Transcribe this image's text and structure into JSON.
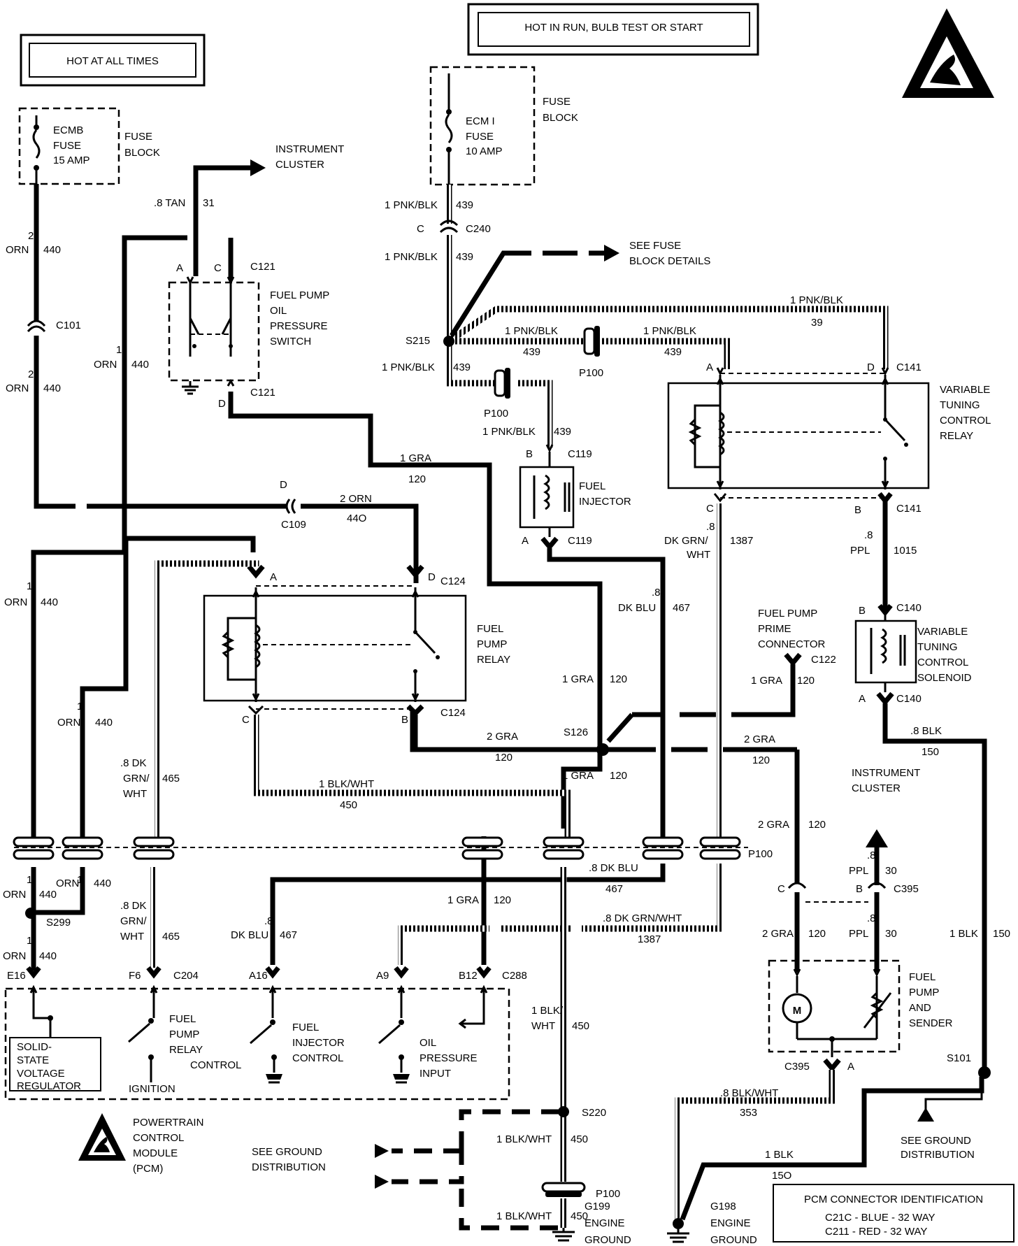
{
  "headers": {
    "hot_at_all_times": "HOT AT ALL TIMES",
    "hot_in_run": "HOT IN RUN, BULB TEST OR START"
  },
  "fuses": {
    "ecmb_1": "ECMB",
    "ecmb_2": "FUSE",
    "ecmb_3": "15 AMP",
    "ecmi_1": "ECM I",
    "ecmi_2": "FUSE",
    "ecmi_3": "10 AMP",
    "block_1": "FUSE",
    "block_2": "BLOCK"
  },
  "components": {
    "instrument_cluster_1": "INSTRUMENT",
    "instrument_cluster_2": "CLUSTER",
    "see_fuse_1": "SEE FUSE",
    "see_fuse_2": "BLOCK DETAILS",
    "oil_switch": [
      "FUEL PUMP",
      "OIL",
      "PRESSURE",
      "SWITCH"
    ],
    "vtc_relay": [
      "VARIABLE",
      "TUNING",
      "CONTROL",
      "RELAY"
    ],
    "fuel_injector": [
      "FUEL",
      "INJECTOR"
    ],
    "fuel_pump_relay": [
      "FUEL",
      "PUMP",
      "RELAY"
    ],
    "prime_connector": [
      "FUEL PUMP",
      "PRIME",
      "CONNECTOR"
    ],
    "vtc_solenoid": [
      "VARIABLE",
      "TUNING",
      "CONTROL",
      "SOLENOID"
    ],
    "instrument_cluster_b": [
      "INSTRUMENT",
      "CLUSTER"
    ],
    "fuel_pump_sender": [
      "FUEL",
      "PUMP",
      "AND",
      "SENDER"
    ],
    "pump_motor_symbol": "M",
    "pcm": [
      "POWERTRAIN",
      "CONTROL",
      "MODULE",
      "(PCM)"
    ],
    "see_ground_left": [
      "SEE GROUND",
      "DISTRIBUTION"
    ],
    "see_ground_right": [
      "SEE GROUND",
      "DISTRIBUTION"
    ],
    "g199": [
      "G199",
      "ENGINE",
      "GROUND"
    ],
    "g198": [
      "G198",
      "ENGINE",
      "GROUND"
    ],
    "regulator": [
      "SOLID-",
      "STATE",
      "VOLTAGE",
      "REGULATOR"
    ],
    "relay_control": [
      "FUEL",
      "PUMP",
      "RELAY",
      "CONTROL"
    ],
    "ignition": "IGNITION",
    "injector_control": [
      "FUEL",
      "INJECTOR",
      "CONTROL"
    ],
    "oil_input": [
      "OIL",
      "PRESSURE",
      "INPUT"
    ]
  },
  "connectors": {
    "c101": "C101",
    "c109": "C109",
    "c121a": "C121",
    "c121b": "C121",
    "c240": "C240",
    "c141a": "C141",
    "c141b": "C141",
    "c119a": "C119",
    "c119b": "C119",
    "c124a": "C124",
    "c124b": "C124",
    "c122": "C122",
    "c140a": "C140",
    "c140b": "C140",
    "c204": "C204",
    "c288": "C288",
    "c395a": "C395",
    "c395b": "C395",
    "p100a": "P100",
    "p100b": "P100",
    "p100c": "P100",
    "p100d": "P100",
    "s215": "S215",
    "s126": "S126",
    "s299": "S299",
    "s220": "S220",
    "s101": "S101"
  },
  "pins": {
    "a": "A",
    "b": "B",
    "c": "C",
    "d": "D",
    "e16": "E16",
    "f6": "F6",
    "a16": "A16",
    "a9": "A9",
    "b12": "B12"
  },
  "wires": {
    "orn2": "2\nORN",
    "orn1": "1\nORN",
    "n440": "440",
    "tan": ".8 TAN",
    "n31": "31",
    "pnkblk": "1 PNK/BLK",
    "n439": "439",
    "n39": "39",
    "gra1": "1 GRA",
    "gra2": "2 GRA",
    "n120": "120",
    "orn2b": "2 ORN",
    "n440b": "44O",
    "dkgrnwht_a": ".8\nDK GRN/\nWHT",
    "n1387": "1387",
    "dkblu8": ".8\nDK BLU",
    "n467": "467",
    "ppl8": ".8\nPPL",
    "n1015": "1015",
    "n30": "30",
    "blk8": ".8 BLK",
    "n150": "150",
    "dkgrnwht_b": ".8 DK\nGRN/\nWHT",
    "n465": "465",
    "blkwht1": "1 BLK/WHT",
    "n450": "450",
    "dkblu_b": ".8 DK BLU",
    "dkgrnwht_c": ".8 DK GRN/WHT",
    "blk1": "1 BLK",
    "blkwht8": ".8 BLK/WHT",
    "n353": "353",
    "blkwht_v": "1 BLK/\nWHT",
    "n15o": "15O"
  },
  "pcm_id": {
    "title": "PCM CONNECTOR IDENTIFICATION",
    "row1": "C21C - BLUE  - 32 WAY",
    "row2": "C211 - RED   - 32 WAY"
  }
}
